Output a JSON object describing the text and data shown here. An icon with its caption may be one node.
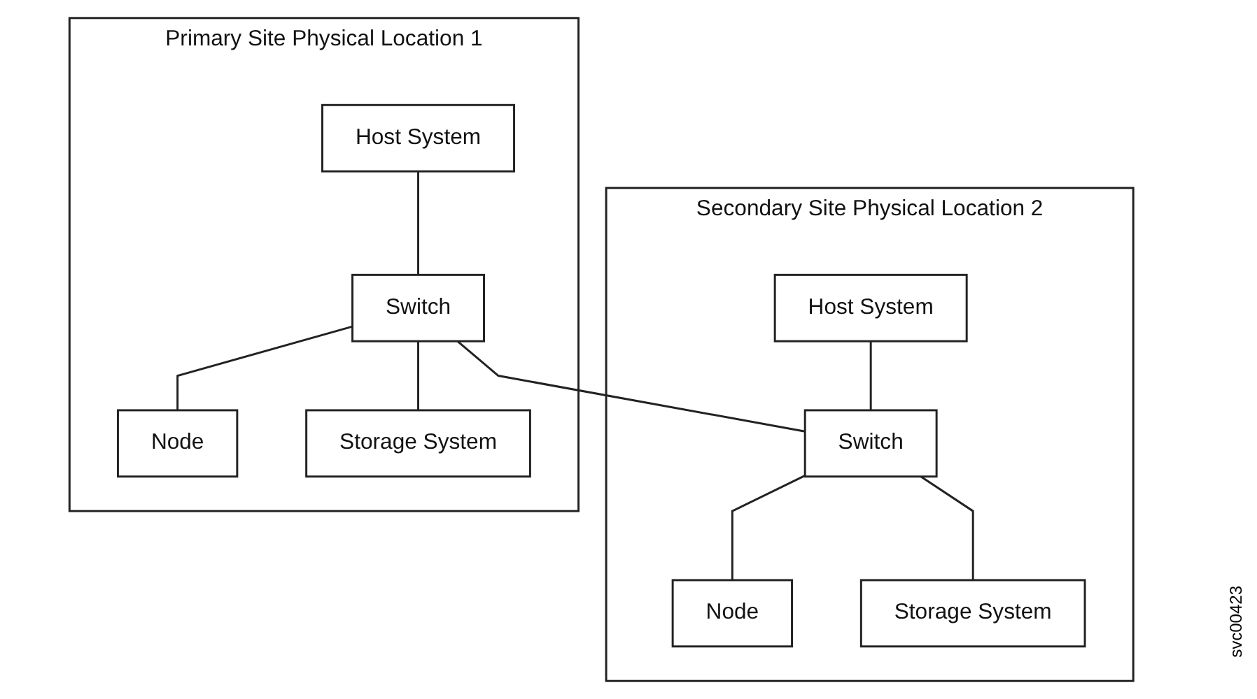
{
  "diagram": {
    "nodes": [
      {
        "text": [
          "Primary Site Physical Location 1"
        ]
      },
      {
        "text": [
          "Host System"
        ],
        "in": 0
      },
      {
        "text": [
          "Switch"
        ],
        "in": 0
      },
      {
        "text": [
          "Node"
        ],
        "in": 0
      },
      {
        "text": [
          "Storage System"
        ],
        "in": 0
      },
      {
        "text": [
          "Secondary Site Physical Location 2"
        ]
      },
      {
        "text": [
          "Host System"
        ],
        "in": 5
      },
      {
        "text": [
          "Switch"
        ],
        "in": 5
      },
      {
        "text": [
          "Node"
        ],
        "in": 5
      },
      {
        "text": [
          "Storage System"
        ],
        "in": 5
      }
    ],
    "edges": [
      {
        "from": 1,
        "to": 2,
        "arrow": "none"
      },
      {
        "from": 2,
        "to": 3,
        "arrow": "none"
      },
      {
        "from": 2,
        "to": 4,
        "arrow": "none"
      },
      {
        "from": 2,
        "to": 7,
        "arrow": "none"
      },
      {
        "from": 6,
        "to": 7,
        "arrow": "none"
      },
      {
        "from": 7,
        "to": 8,
        "arrow": "none"
      },
      {
        "from": 7,
        "to": 9,
        "arrow": "none"
      }
    ],
    "labels": [
      "svc00423"
    ]
  }
}
